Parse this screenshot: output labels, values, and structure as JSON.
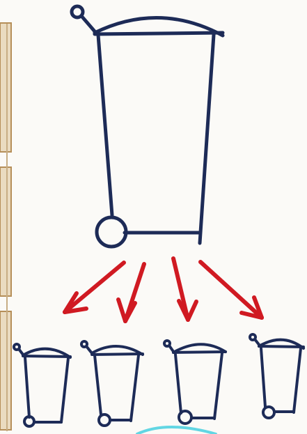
{
  "colors": {
    "paper": "#fbfaf7",
    "ink": "#1d2b57",
    "arrow": "#d01a22",
    "wood": "#e7d4b3",
    "wood_edge": "#b58e58",
    "cyan": "#62d6e3"
  },
  "diagram": {
    "source": "large-wheelie-bin",
    "arrow_count": 4,
    "destination_count": 4
  }
}
